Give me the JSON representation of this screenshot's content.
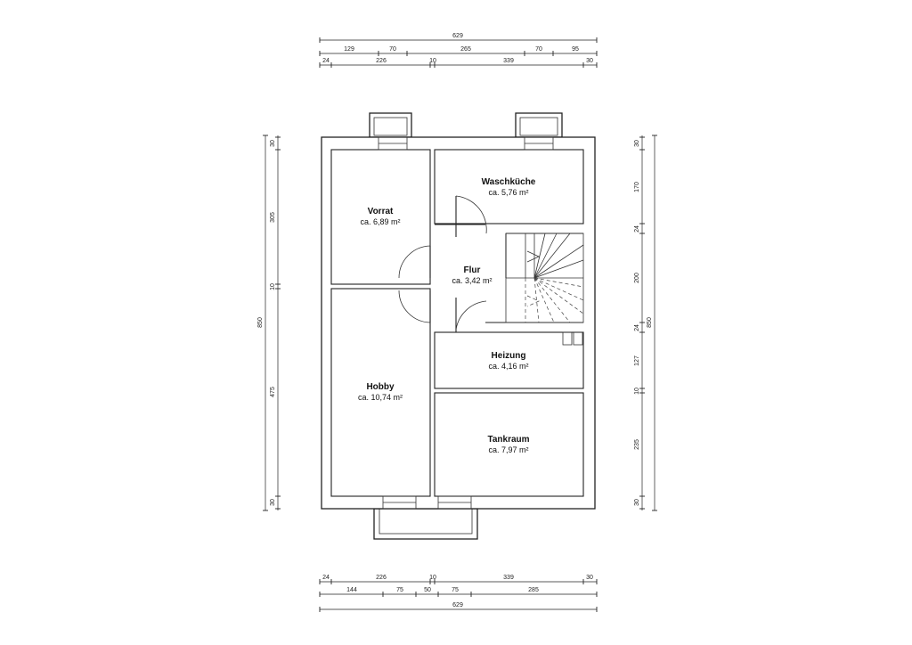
{
  "rooms": [
    {
      "name": "Waschküche",
      "area": "ca. 5,76 m²"
    },
    {
      "name": "Vorrat",
      "area": "ca. 6,89 m²"
    },
    {
      "name": "Flur",
      "area": "ca. 3,42 m²"
    },
    {
      "name": "Heizung",
      "area": "ca. 4,16 m²"
    },
    {
      "name": "Hobby",
      "area": "ca. 10,74 m²"
    },
    {
      "name": "Tankraum",
      "area": "ca. 7,97 m²"
    }
  ],
  "dimensions": {
    "top_total": "629",
    "top_row1": [
      "129",
      "70",
      "265",
      "70",
      "95"
    ],
    "top_row2": [
      "24",
      "226",
      "10",
      "339",
      "30"
    ],
    "bottom_row1": [
      "24",
      "226",
      "10",
      "339",
      "30"
    ],
    "bottom_row2": [
      "144",
      "75",
      "50",
      "75",
      "285"
    ],
    "bottom_total": "629",
    "left_total": "850",
    "left_segments": [
      "30",
      "305",
      "10",
      "475",
      "30"
    ],
    "right_total": "850",
    "right_segments": [
      "30",
      "170",
      "24",
      "200",
      "24",
      "127",
      "10",
      "235",
      "30"
    ]
  }
}
